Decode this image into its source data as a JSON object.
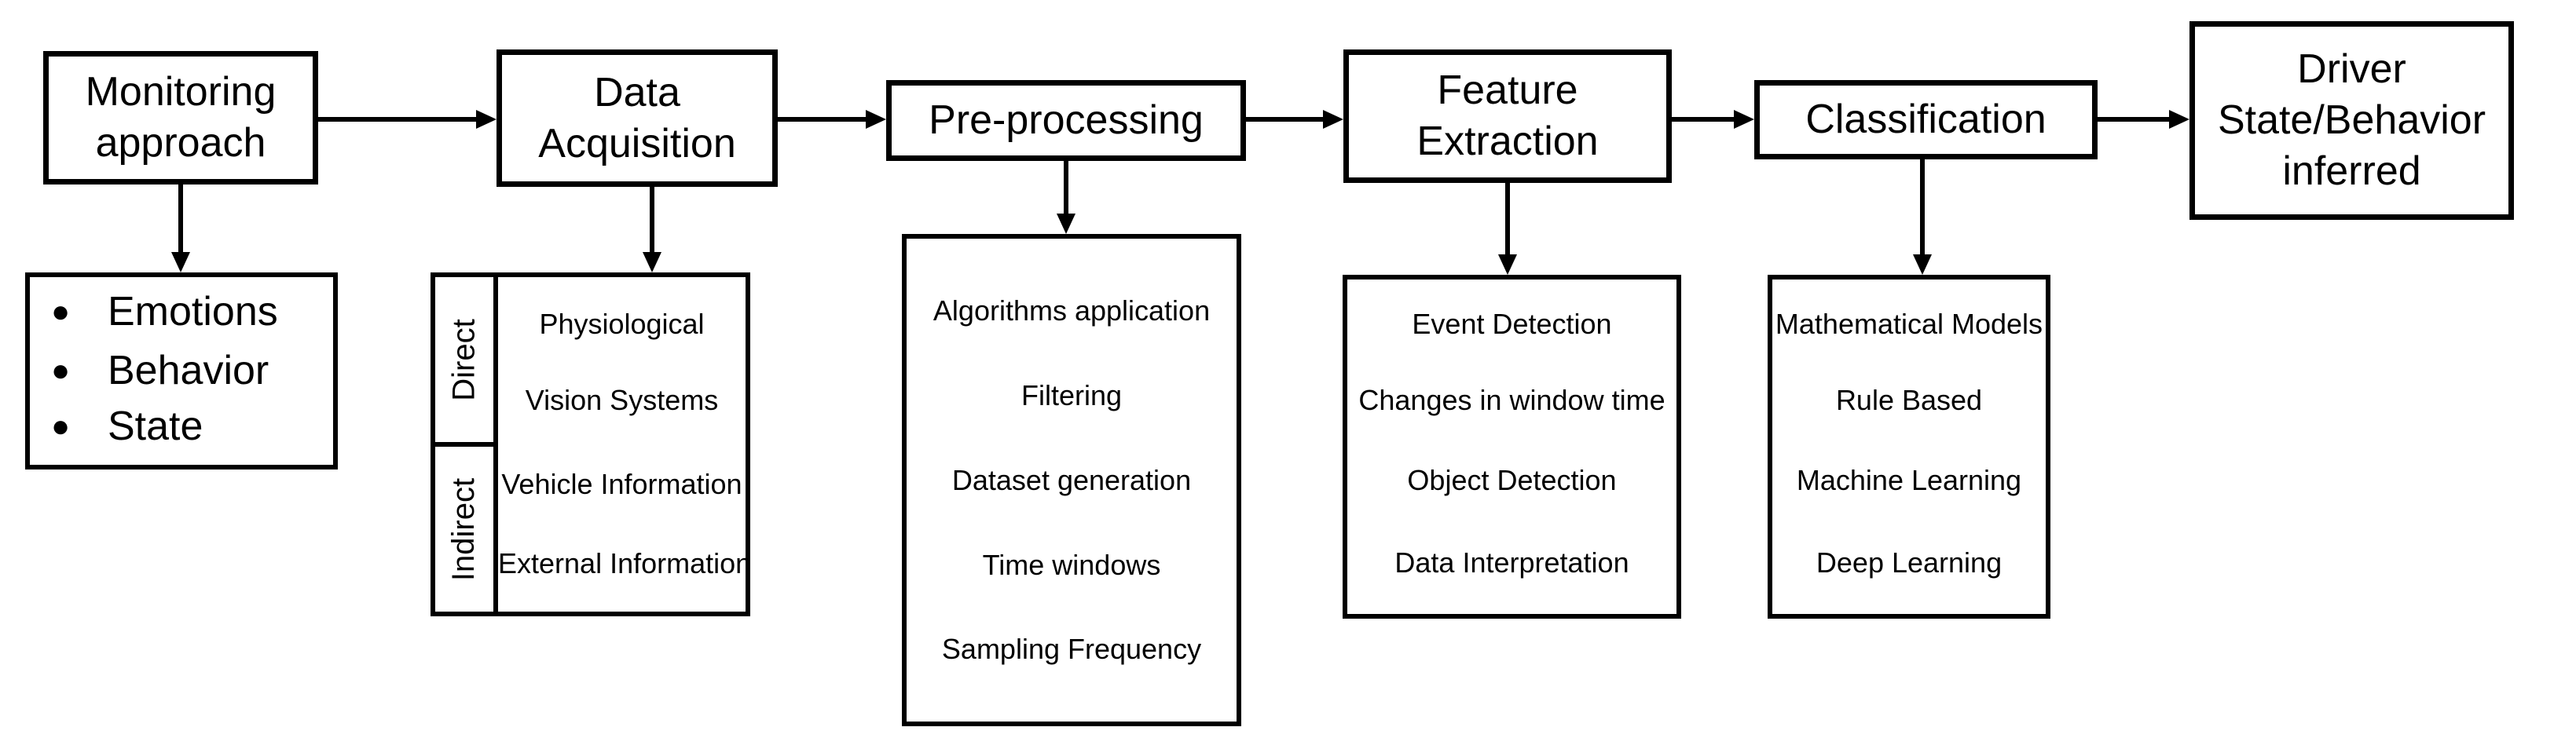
{
  "stages": [
    {
      "label": "Monitoring approach"
    },
    {
      "label": "Data Acquisition"
    },
    {
      "label": "Pre-processing"
    },
    {
      "label": "Feature Extraction"
    },
    {
      "label": "Classification"
    },
    {
      "label": "Driver State/Behavior inferred"
    }
  ],
  "monitoring_outputs": {
    "bullet_glyph": "●",
    "items": [
      "Emotions",
      "Behavior",
      "State"
    ]
  },
  "data_acquisition": {
    "group_labels": [
      "Direct",
      "Indirect"
    ],
    "items": [
      "Physiological",
      "Vision Systems",
      "Vehicle Information",
      "External Information"
    ]
  },
  "pre_processing": {
    "items": [
      "Algorithms application",
      "Filtering",
      "Dataset generation",
      "Time windows",
      "Sampling Frequency"
    ]
  },
  "feature_extraction": {
    "items": [
      "Event Detection",
      "Changes in window time",
      "Object Detection",
      "Data Interpretation"
    ]
  },
  "classification": {
    "items": [
      "Mathematical Models",
      "Rule Based",
      "Machine Learning",
      "Deep Learning"
    ]
  },
  "colors": {
    "line": "#000000",
    "box_fill": "#ffffff",
    "text": "#000000",
    "page_background": "#ffffff"
  }
}
